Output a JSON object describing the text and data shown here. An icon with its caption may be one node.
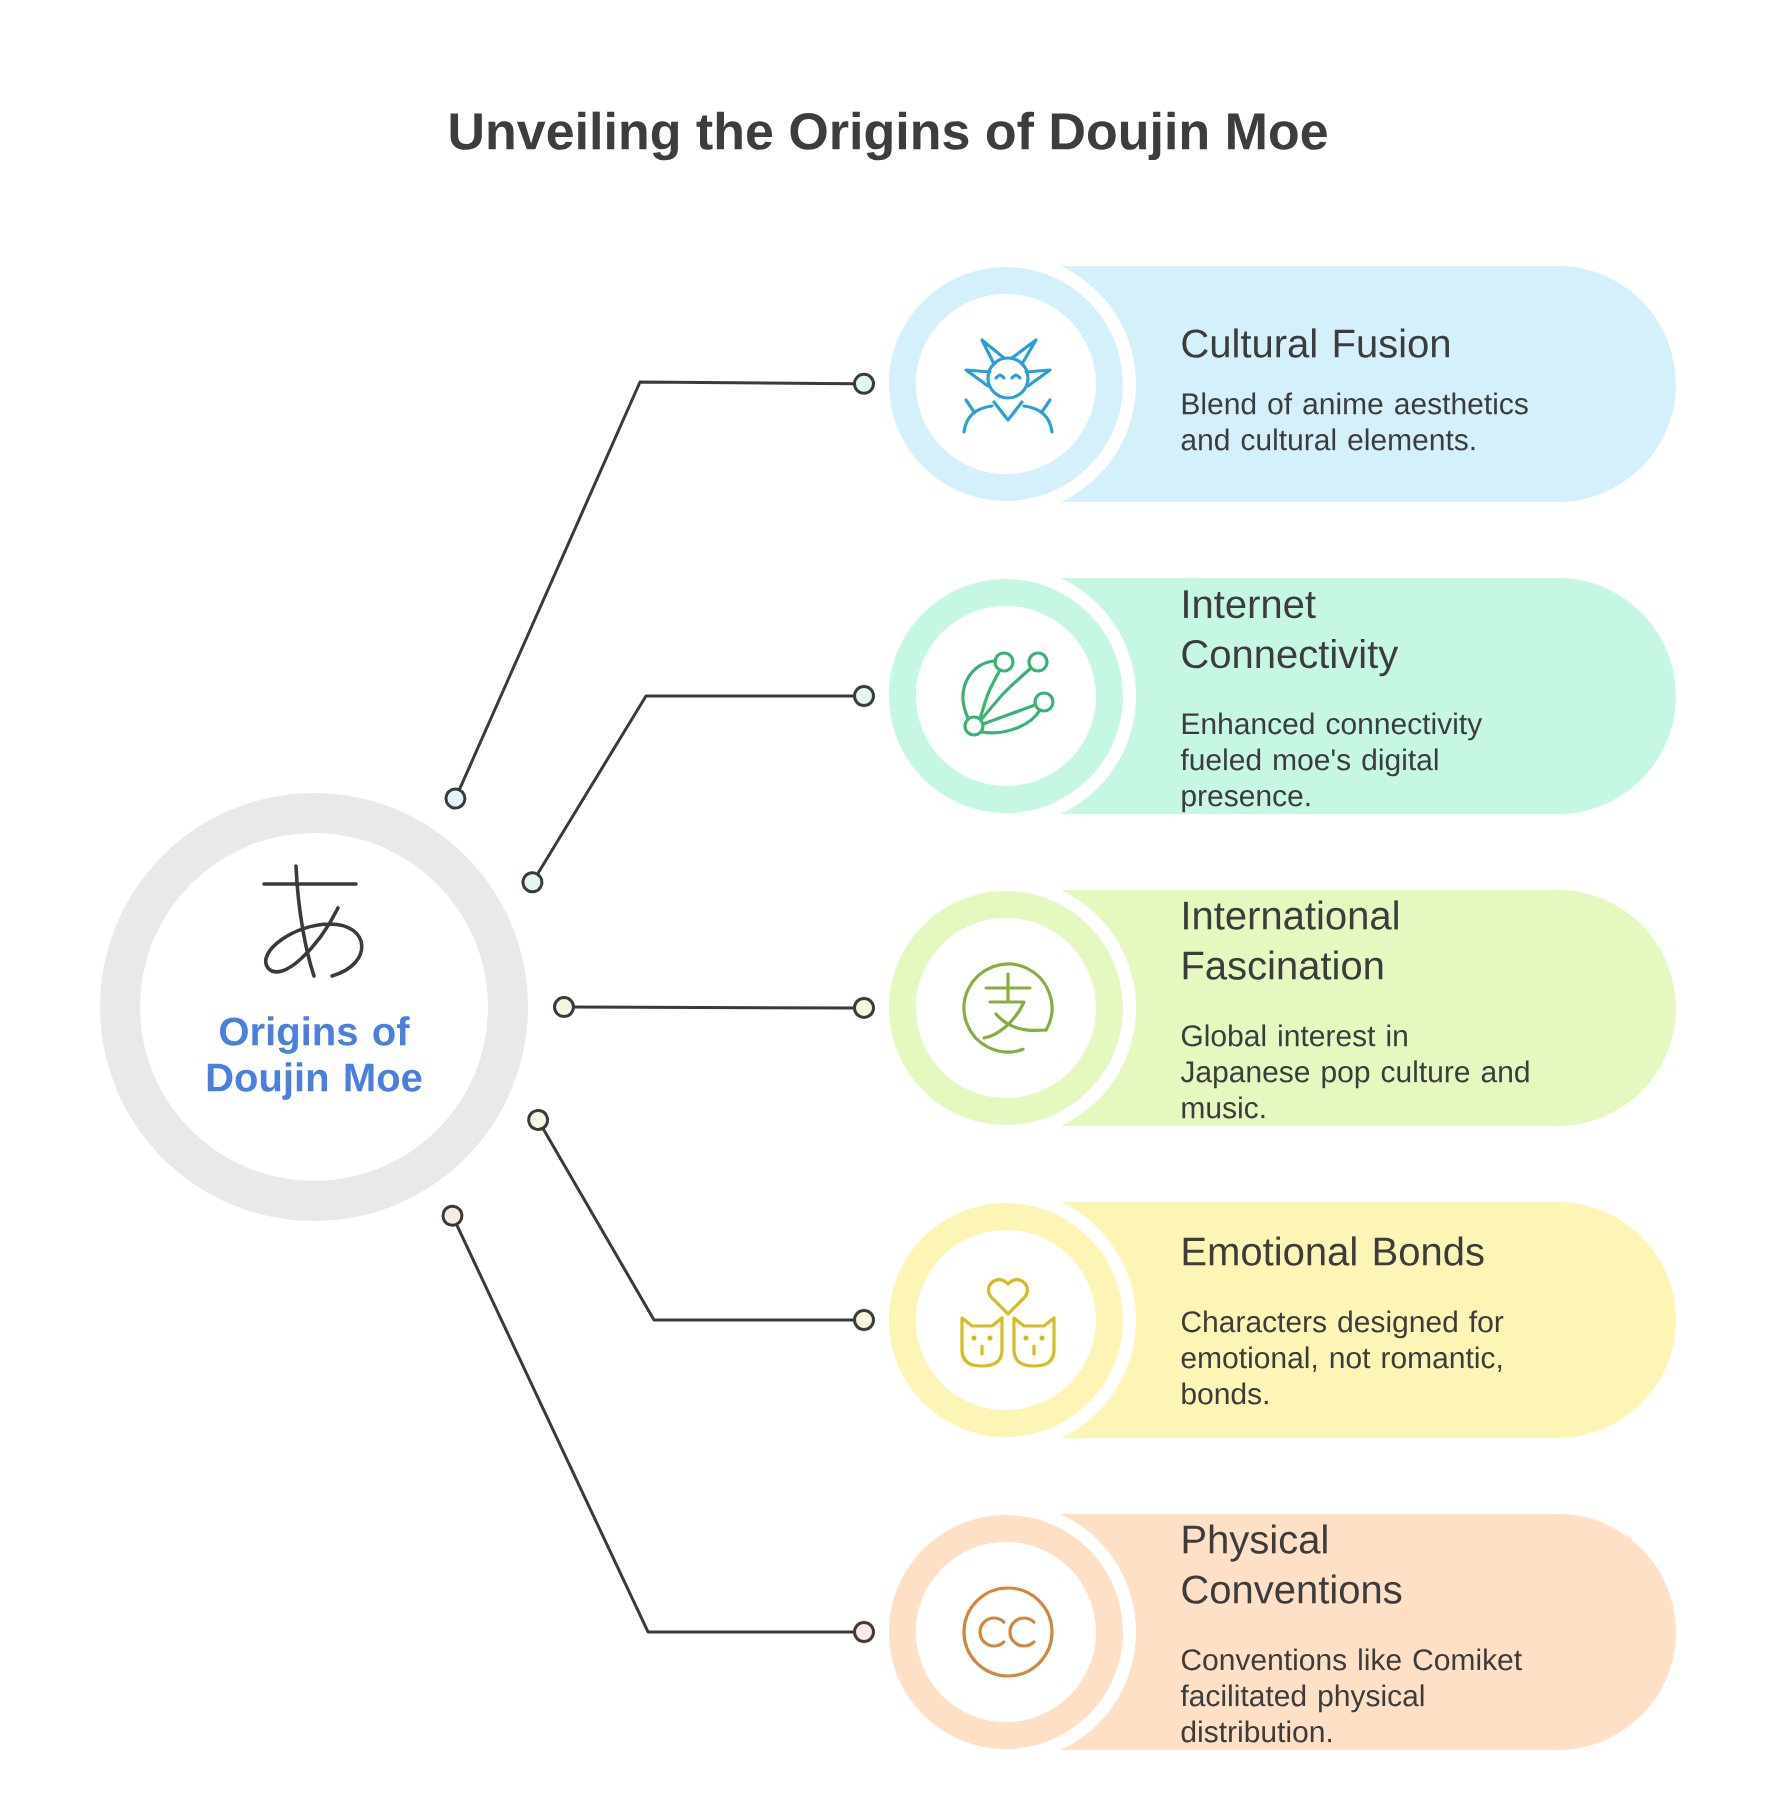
{
  "diagram": {
    "title": "Unveiling the Origins of Doujin Moe",
    "nodes": [
      {
        "text": [
          "Origins of Doujin Moe"
        ]
      },
      {
        "text": [
          "Cultural Fusion",
          "Blend of anime aesthetics and cultural elements."
        ]
      },
      {
        "text": [
          "Internet Connectivity",
          "Enhanced connectivity fueled moe's digital presence."
        ]
      },
      {
        "text": [
          "International Fascination",
          "Global interest in Japanese pop culture and music."
        ]
      },
      {
        "text": [
          "Emotional Bonds",
          "Characters designed for emotional, not romantic, bonds."
        ]
      },
      {
        "text": [
          "Physical Conventions",
          "Conventions like Comiket facilitated physical distribution."
        ]
      }
    ],
    "edges": [
      {
        "from": 0,
        "to": 1,
        "arrow": "other"
      },
      {
        "from": 0,
        "to": 2,
        "arrow": "other"
      },
      {
        "from": 0,
        "to": 3,
        "arrow": "other"
      },
      {
        "from": 0,
        "to": 4,
        "arrow": "other"
      },
      {
        "from": 0,
        "to": 5,
        "arrow": "other"
      }
    ]
  }
}
